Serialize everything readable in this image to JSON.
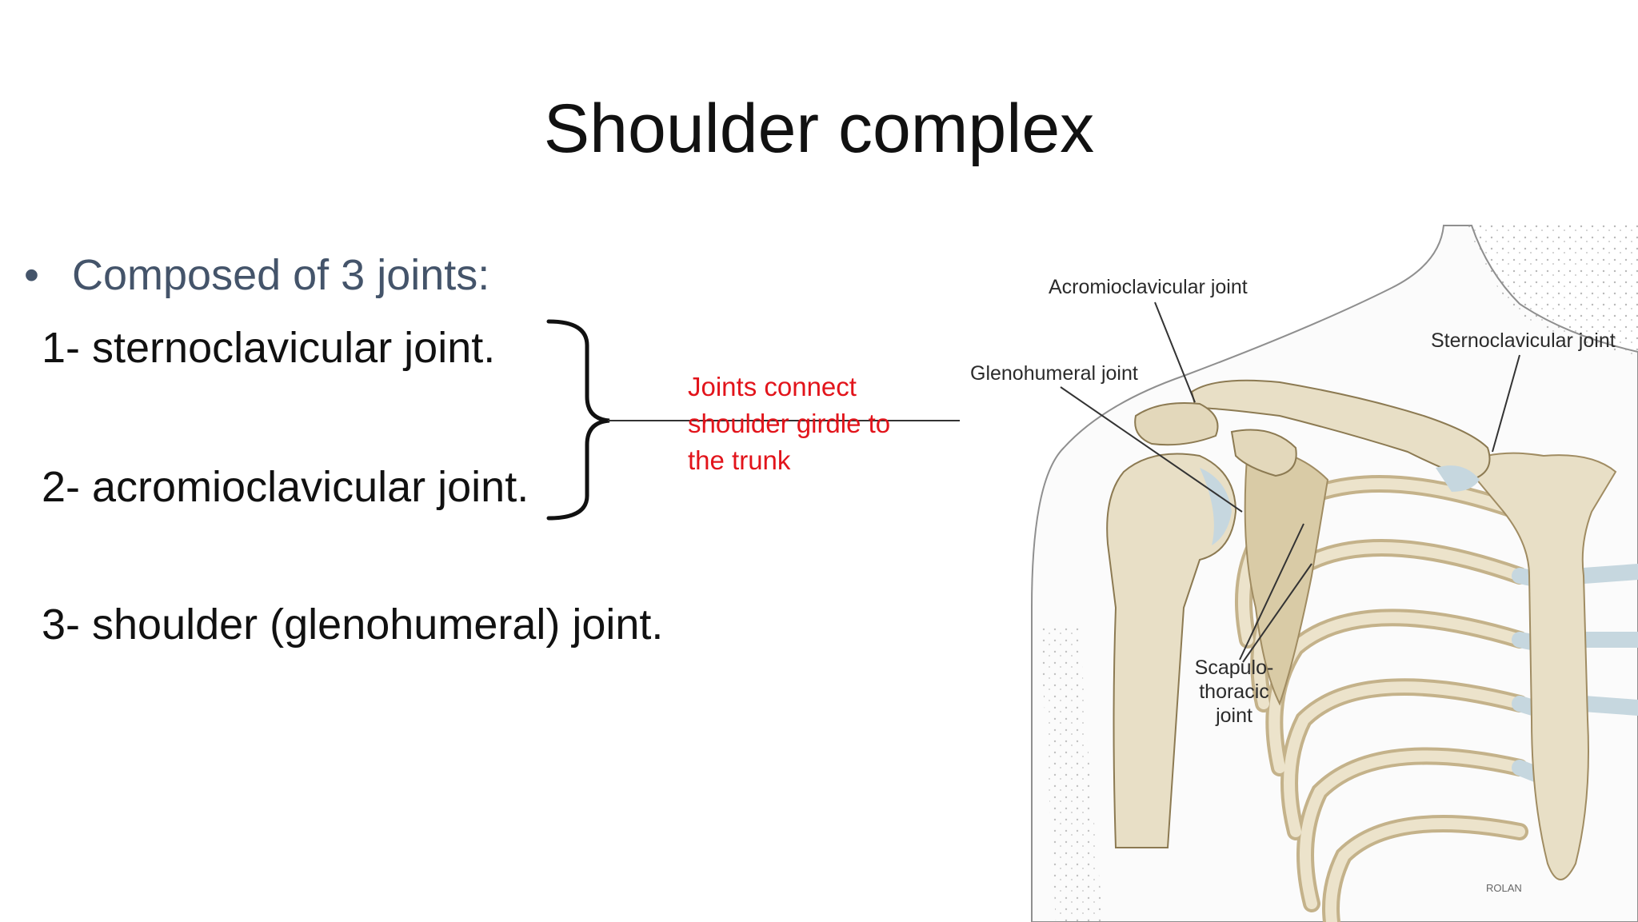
{
  "slide": {
    "title": "Shoulder complex",
    "bullet": "Composed of 3 joints:",
    "items": [
      "1- sternoclavicular joint.",
      "2- acromioclavicular joint.",
      "3- shoulder (glenohumeral) joint."
    ],
    "note": [
      "Joints connect",
      "shoulder girdle to",
      "the trunk"
    ]
  },
  "figure": {
    "labels": {
      "acromioclavicular": "Acromioclavicular joint",
      "sternoclavicular": "Sternoclavicular joint",
      "glenohumeral": "Glenohumeral joint",
      "scapulothoracic": [
        "Scapulo-",
        "thoracic",
        "joint"
      ],
      "signature": "ROLAN"
    }
  },
  "colors": {
    "title": "#111111",
    "bullet": "#44546a",
    "note": "#e2141b",
    "bone": "#e8dfc6",
    "bone_shadow": "#c4b28a",
    "cartilage": "#c6d7df"
  }
}
